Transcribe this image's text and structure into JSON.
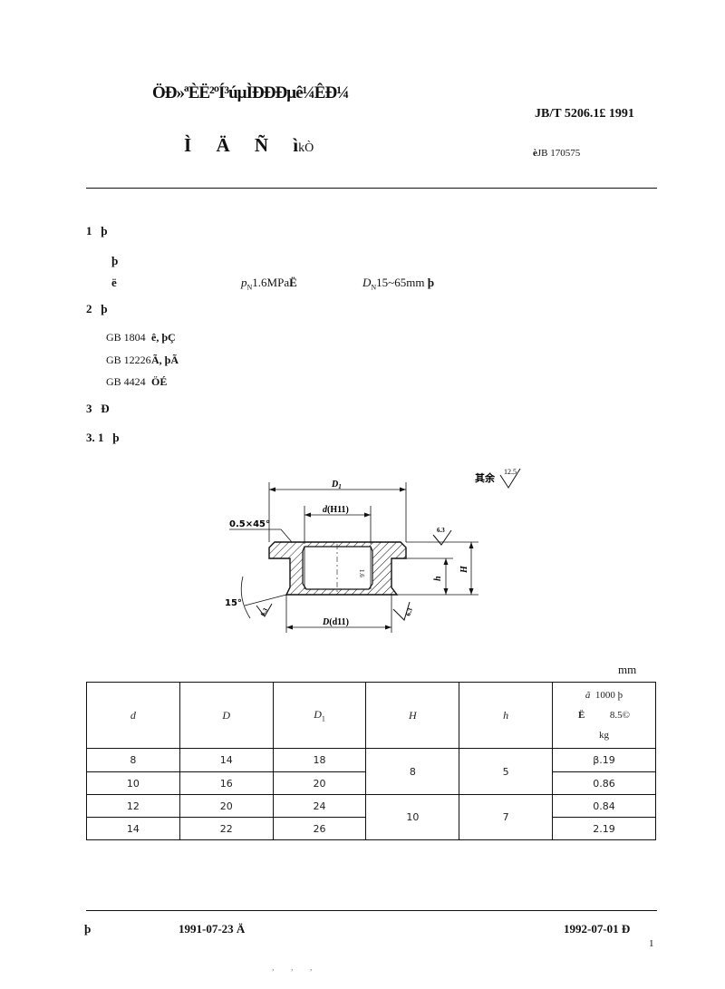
{
  "header": {
    "garbled_title": "ÖÐ»ªÈË²ºÍ³úµÌÐÐÐµê¼ÊÐ¼",
    "standard_number": "JB/T  5206.1£  1991",
    "subtitle_glyphs": [
      "Ì",
      "Ä",
      "Ñ",
      "ì",
      "kÒ"
    ],
    "replaces": "JB  170575",
    "replaces_glyph": "è"
  },
  "sections": {
    "s1": {
      "num": "1",
      "glyph": "þ"
    },
    "s1_line1_glyph": "þ",
    "s1_line2": {
      "glyph1": "ë",
      "pressure_symbol": "p",
      "pressure_sub": "N",
      "pressure": "1.6MPa",
      "glyph2": "Ë",
      "dn_symbol": "D",
      "dn_sub": "N",
      "dn": "15~65mm",
      "glyph3": "þ"
    },
    "s2": {
      "num": "2",
      "glyph": "þ"
    },
    "refs": [
      {
        "code": "GB  1804",
        "glyphs": "ê, þÇ"
      },
      {
        "code": "GB  12226",
        "glyphs": "Ã, þÃ"
      },
      {
        "code": "GB  4424",
        "glyphs": "ÖÉ"
      }
    ],
    "s3": {
      "num": "3",
      "glyph": "Ð"
    },
    "s31": {
      "num": "3. 1",
      "glyph": "þ"
    }
  },
  "drawing": {
    "label_D1": "D",
    "label_D1_sub": "1",
    "label_d": "d",
    "label_d_suffix": "(H11)",
    "chamfer": "0.5×45°",
    "angle": "15°",
    "label_D": "D",
    "label_D_suffix": "(d11)",
    "label_H": "H",
    "label_h": "h",
    "rough_63": "6.3",
    "rough_63_b": "6.3",
    "rough_63_c": "6.3",
    "rough_inner": "1.6",
    "rest_text": "其余",
    "rest_value": "12.5"
  },
  "table": {
    "unit": "mm",
    "headers": [
      "d",
      "D",
      "D",
      "H",
      "h"
    ],
    "header_D1_sub": "1",
    "weight_header": {
      "line1_glyph": "ã",
      "line1": "1000 þ",
      "line2_glyph": "Ë",
      "line2": "8.5©",
      "line3": "kg"
    },
    "rows": [
      {
        "d": "8",
        "D": "14",
        "D1": "18",
        "H": "8",
        "h": "5",
        "w": "β.19"
      },
      {
        "d": "10",
        "D": "16",
        "D1": "20",
        "w": "0.86"
      },
      {
        "d": "12",
        "D": "20",
        "D1": "24",
        "H": "10",
        "h": "7",
        "w": "0.84"
      },
      {
        "d": "14",
        "D": "22",
        "D1": "26",
        "w": "2.19"
      }
    ]
  },
  "footer": {
    "left_glyph": "þ",
    "issue_date": "1991-07-23",
    "issue_glyph": "Ä",
    "impl_date": "1992-07-01",
    "impl_glyph": "Ð",
    "page_number": "1",
    "faint_text": ",  ,   ,"
  }
}
